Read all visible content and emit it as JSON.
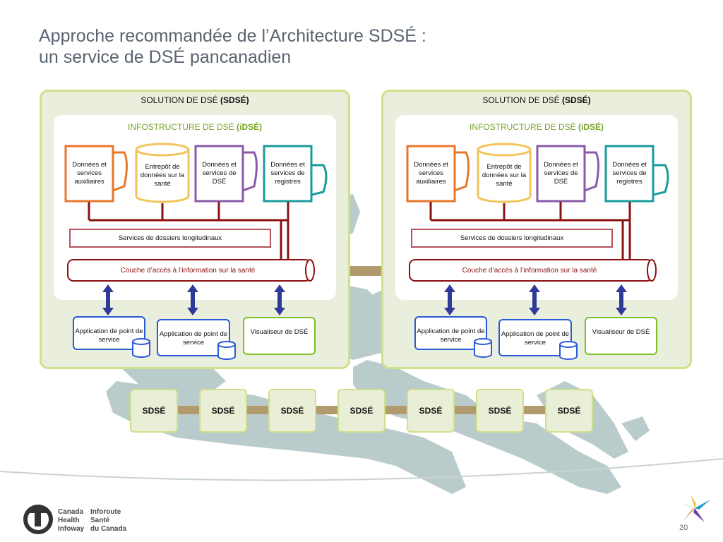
{
  "slide": {
    "title_line1": "Approche recommandée de l’Architecture SDSÉ :",
    "title_line2": "un service de DSÉ pancanadien",
    "page_number": "20"
  },
  "panels": [
    {
      "title_prefix": "SOLUTION DE DSÉ ",
      "title_bold": "(SDSÉ)",
      "infra_prefix": "INFOSTRUCTURE DE DSÉ ",
      "infra_bold": "(iDSÉ)",
      "repos": [
        "Données et services auxiliaires",
        "Entrepôt de données sur la santé",
        "Données et services de DSÉ",
        "Données et services de registres"
      ],
      "services_bar": "Services de dossiers longitudinaux",
      "access_layer": "Couche d’accès à l’information sur la santé",
      "apps": [
        "Application de point de service",
        "Application de point de service",
        "Visualiseur de DSÉ"
      ]
    },
    {
      "title_prefix": "SOLUTION DE DSÉ ",
      "title_bold": "(SDSÉ)",
      "infra_prefix": "INFOSTRUCTURE DE DSÉ ",
      "infra_bold": "(iDSÉ)",
      "repos": [
        "Données et services auxiliaires",
        "Entrepôt de données sur la santé",
        "Données et services de DSÉ",
        "Données et services de registres"
      ],
      "services_bar": "Services de dossiers longitudinaux",
      "access_layer": "Couche d’accès à l’information sur la santé",
      "apps": [
        "Application de point de service",
        "Application de point de service",
        "Visualiseur de DSÉ"
      ]
    }
  ],
  "sdse_nodes": [
    "SDSÉ",
    "SDSÉ",
    "SDSÉ",
    "SDSÉ",
    "SDSÉ",
    "SDSÉ",
    "SDSÉ"
  ],
  "logo": {
    "en_line1": "Canada",
    "en_line2": "Health",
    "en_line3": "Infoway",
    "fr_line1": "Inforoute",
    "fr_line2": "Santé",
    "fr_line3": "du Canada"
  },
  "colors": {
    "title": "#5a6470",
    "panel_border": "#cfe08a",
    "panel_fill": "#eaeedc",
    "infra_title": "#7aa52a",
    "repo_orange": "#e9762b",
    "repo_yellow": "#f2c45a",
    "repo_purple": "#8a5aa8",
    "repo_teal": "#1a9b9b",
    "connector": "#8b1010",
    "arrow": "#2e3a9a",
    "app_blue": "#2a5bd7",
    "app_green": "#7cbf2b",
    "map": "#b9cccb",
    "bus": "#b19a6e"
  }
}
